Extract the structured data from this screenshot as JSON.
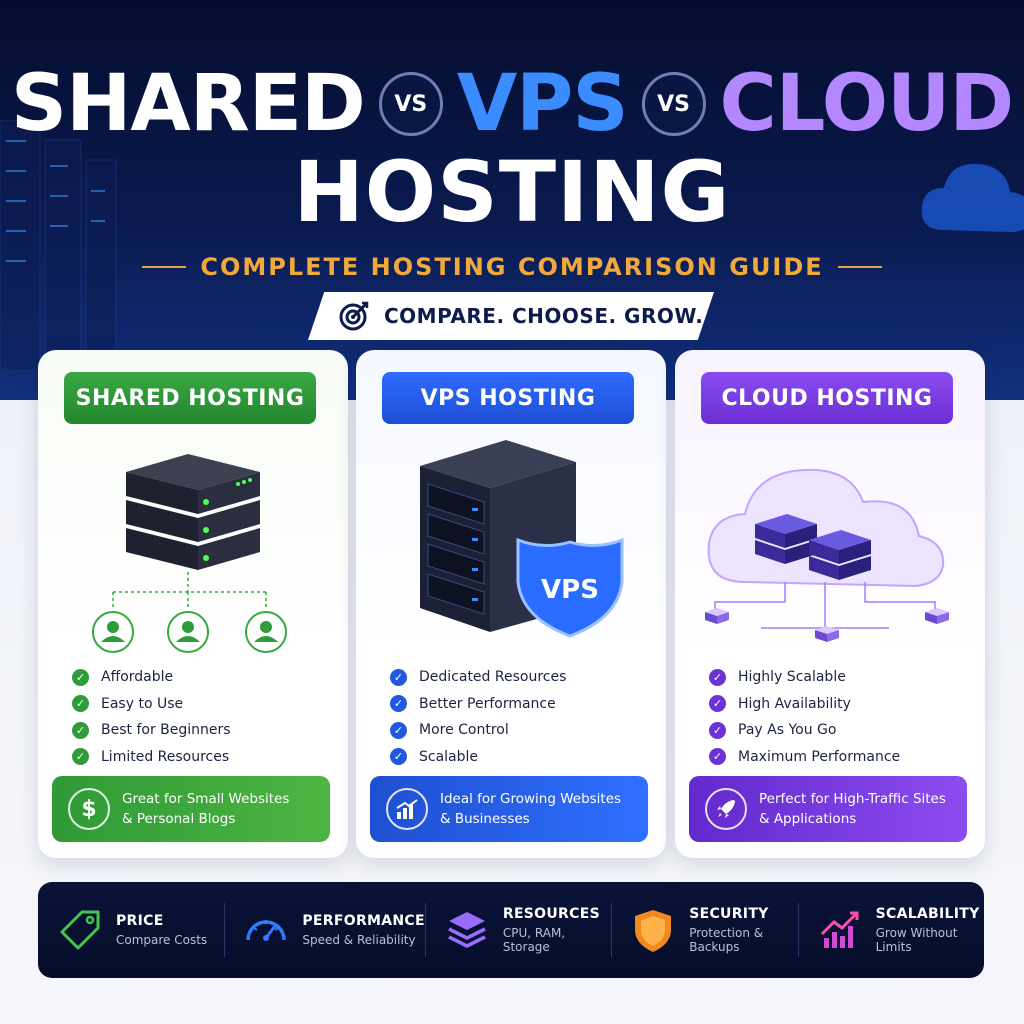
{
  "header": {
    "word_shared": "SHARED",
    "vs_1": "VS",
    "word_vps": "VPS",
    "vs_2": "VS",
    "word_cloud": "CLOUD",
    "word_hosting": "HOSTING",
    "subtitle": "COMPLETE HOSTING COMPARISON GUIDE",
    "tagline": "COMPARE. CHOOSE. GROW."
  },
  "cards": {
    "shared": {
      "title": "SHARED HOSTING",
      "features": [
        "Affordable",
        "Easy to Use",
        "Best for Beginners",
        "Limited Resources"
      ],
      "ideal_line1": "Great for Small Websites",
      "ideal_line2": "& Personal Blogs",
      "accent": "#2e9c39"
    },
    "vps": {
      "title": "VPS HOSTING",
      "badge": "VPS",
      "features": [
        "Dedicated Resources",
        "Better Performance",
        "More Control",
        "Scalable"
      ],
      "ideal_line1": "Ideal for Growing Websites",
      "ideal_line2": "& Businesses",
      "accent": "#2158e0"
    },
    "cloud": {
      "title": "CLOUD HOSTING",
      "features": [
        "Highly Scalable",
        "High Availability",
        "Pay As You Go",
        "Maximum Performance"
      ],
      "ideal_line1": "Perfect for High-Traffic Sites",
      "ideal_line2": "& Applications",
      "accent": "#6b33d6"
    }
  },
  "bottom_bar": [
    {
      "title": "PRICE",
      "sub": "Compare Costs",
      "icon": "price-tag-icon"
    },
    {
      "title": "PERFORMANCE",
      "sub": "Speed & Reliability",
      "icon": "speedometer-icon"
    },
    {
      "title": "RESOURCES",
      "sub": "CPU, RAM, Storage",
      "icon": "layers-icon"
    },
    {
      "title": "SECURITY",
      "sub": "Protection & Backups",
      "icon": "shield-icon"
    },
    {
      "title": "SCALABILITY",
      "sub": "Grow Without Limits",
      "icon": "growth-chart-icon"
    }
  ]
}
